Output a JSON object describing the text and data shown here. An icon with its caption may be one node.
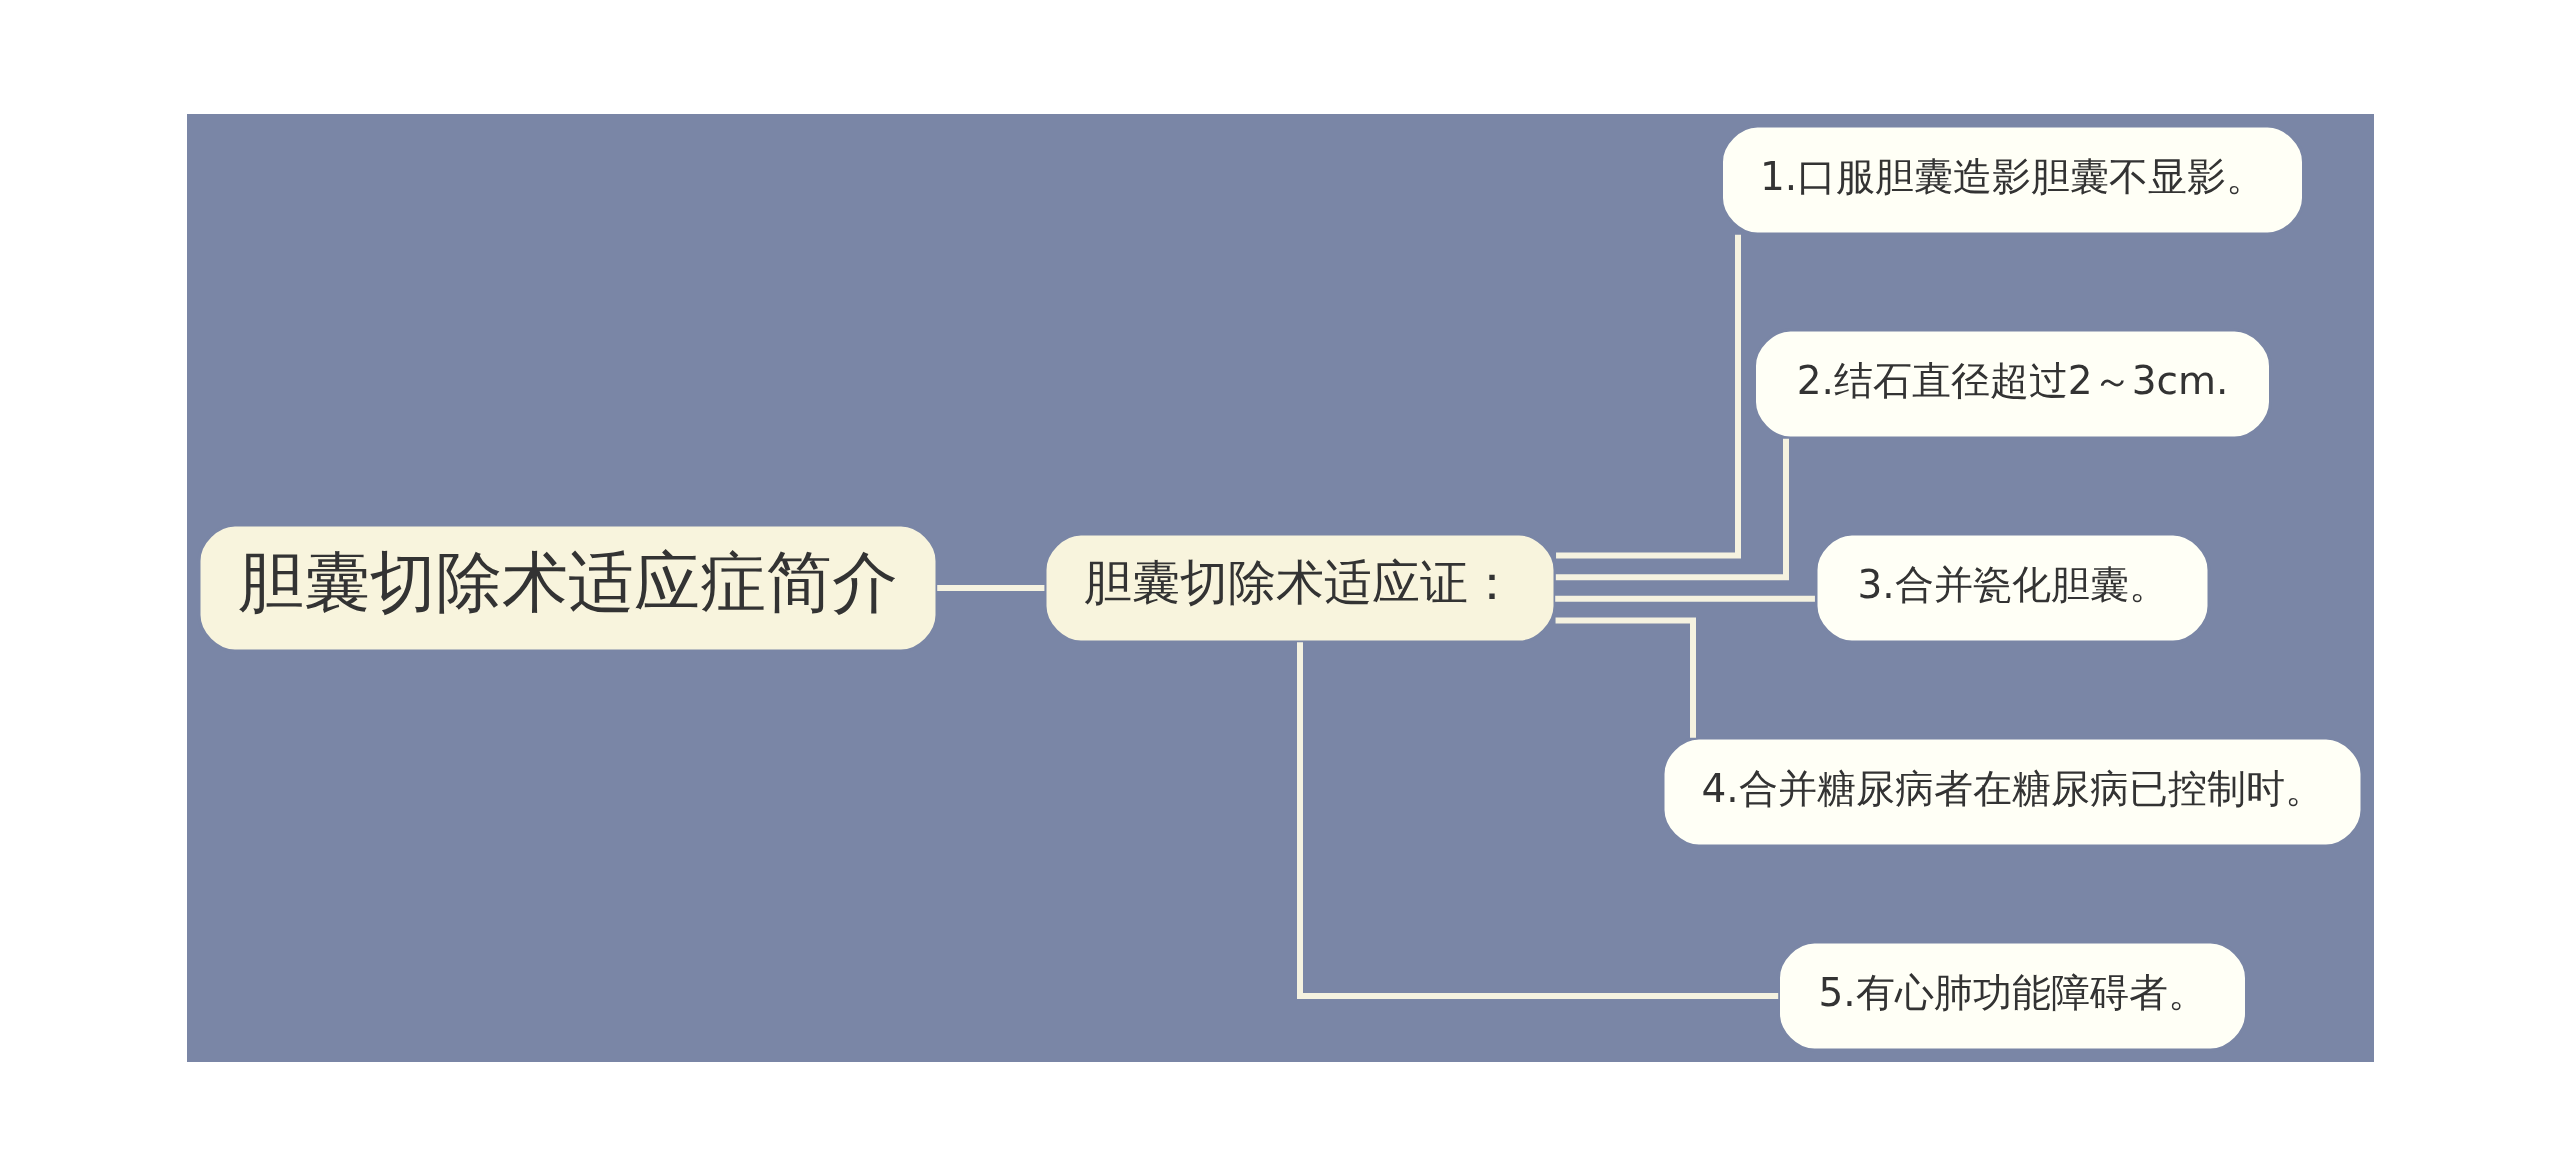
{
  "diagram": {
    "nodes": [
      {
        "text": [
          "胆囊切除术适应症简介"
        ]
      },
      {
        "text": [
          "胆囊切除术适应证："
        ]
      },
      {
        "text": [
          "1.口服胆囊造影胆囊不显影。"
        ]
      },
      {
        "text": [
          "2.结石直径超过2～3cm."
        ]
      },
      {
        "text": [
          "3.合并瓷化胆囊。"
        ]
      },
      {
        "text": [
          "4.合并糖尿病者在糖尿病已控制时。"
        ]
      },
      {
        "text": [
          "5.有心肺功能障碍者。"
        ]
      }
    ],
    "edges": [
      {
        "from": 0,
        "to": 1,
        "arrow": "none"
      },
      {
        "from": 1,
        "to": 2,
        "arrow": "none"
      },
      {
        "from": 1,
        "to": 3,
        "arrow": "none"
      },
      {
        "from": 1,
        "to": 4,
        "arrow": "none"
      },
      {
        "from": 1,
        "to": 5,
        "arrow": "none"
      },
      {
        "from": 1,
        "to": 6,
        "arrow": "none"
      }
    ]
  }
}
